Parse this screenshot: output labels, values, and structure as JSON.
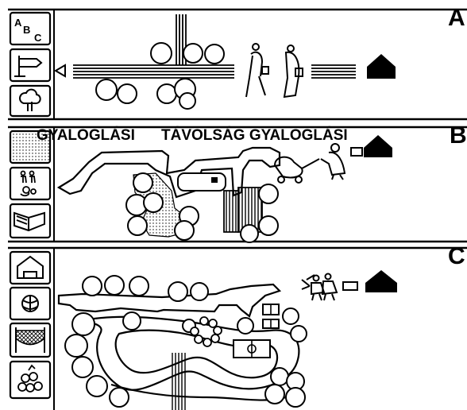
{
  "headings": {
    "left": "GYALOGLÁSI",
    "right": "TÁVOLSÁG GYALOGLÁSI"
  },
  "panels": [
    {
      "letter": "A",
      "icons": [
        "abc-letters-icon",
        "signpost-icon",
        "tree-icon"
      ]
    },
    {
      "letter": "B",
      "icons": [
        "dotted-texture-icon",
        "people-flowers-icon",
        "open-book-icon"
      ]
    },
    {
      "letter": "C",
      "icons": [
        "house-icon",
        "ball-icon",
        "net-icon",
        "fruit-basket-icon"
      ]
    }
  ],
  "abc_icon": {
    "a": "A",
    "b": "B",
    "c": "C"
  }
}
